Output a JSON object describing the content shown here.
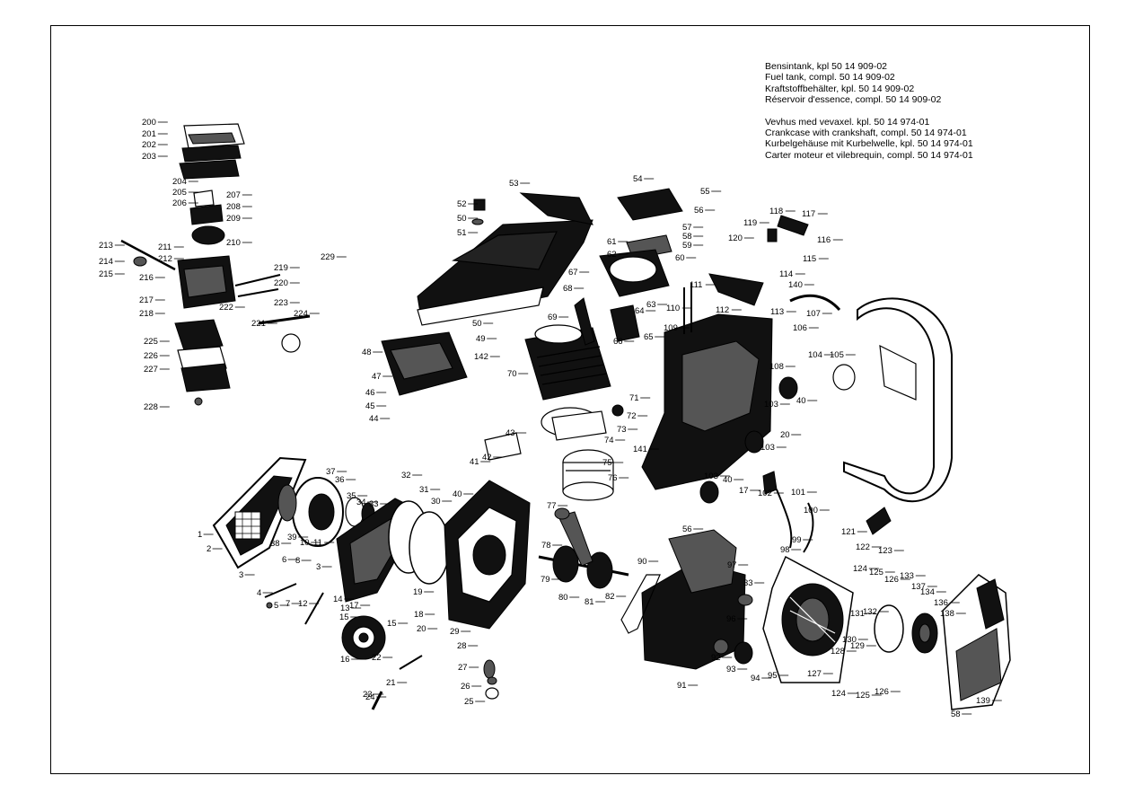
{
  "legend": {
    "fuel_tank": [
      "Bensintank, kpl 50 14 909-02",
      "Fuel tank, compl. 50 14 909-02",
      "Kraftstoffbehälter, kpl. 50 14 909-02",
      "Réservoir d'essence, compl. 50 14 909-02"
    ],
    "crankcase": [
      "Vevhus med vevaxel. kpl. 50 14 974-01",
      "Crankcase with crankshaft, compl. 50 14 974-01",
      "Kurbelgehäuse mit Kurbelwelle, kpl. 50 14 974-01",
      "Carter moteur et vilebrequin, compl. 50 14 974-01"
    ]
  },
  "part_numbers": [
    "200",
    "201",
    "202",
    "203",
    "204",
    "205",
    "206",
    "207",
    "208",
    "209",
    "210",
    "211",
    "212",
    "213",
    "214",
    "215",
    "216",
    "217",
    "218",
    "219",
    "220",
    "221",
    "222",
    "223",
    "224",
    "225",
    "226",
    "227",
    "228",
    "229",
    "53",
    "52",
    "50",
    "51",
    "54",
    "55",
    "56",
    "57",
    "58",
    "59",
    "61",
    "62",
    "60",
    "67",
    "68",
    "69",
    "64",
    "63",
    "66",
    "65",
    "111",
    "110",
    "112",
    "109",
    "119",
    "118",
    "117",
    "120",
    "116",
    "115",
    "114",
    "140",
    "113",
    "107",
    "106",
    "108",
    "104",
    "105",
    "103",
    "40",
    "50",
    "49",
    "48",
    "142",
    "47",
    "46",
    "45",
    "44",
    "70",
    "71",
    "72",
    "73",
    "43",
    "42",
    "41",
    "74",
    "75",
    "76",
    "141",
    "103",
    "40",
    "103",
    "20",
    "17",
    "102",
    "101",
    "100",
    "32",
    "37",
    "36",
    "35",
    "34",
    "33",
    "31",
    "30",
    "39",
    "38",
    "2",
    "1",
    "11",
    "10",
    "3",
    "6",
    "8",
    "3",
    "4",
    "5",
    "7",
    "12",
    "14",
    "13",
    "17",
    "19",
    "18",
    "20",
    "15",
    "16",
    "15",
    "22",
    "21",
    "23",
    "24",
    "29",
    "28",
    "27",
    "26",
    "25",
    "40",
    "77",
    "78",
    "79",
    "80",
    "81",
    "82",
    "56",
    "90",
    "97",
    "98",
    "99",
    "33",
    "96",
    "92",
    "93",
    "91",
    "94",
    "95",
    "121",
    "122",
    "123",
    "124",
    "125",
    "126",
    "133",
    "137",
    "134",
    "136",
    "138",
    "131",
    "132",
    "130",
    "129",
    "128",
    "127",
    "124",
    "125",
    "126",
    "139",
    "58"
  ]
}
